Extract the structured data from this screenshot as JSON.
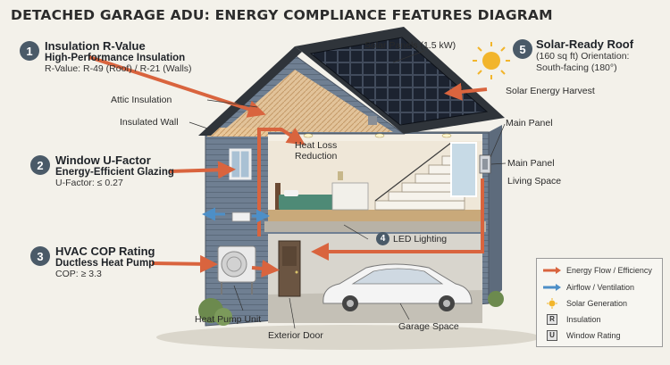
{
  "title": "DETACHED GARAGE ADU: ENERGY COMPLIANCE FEATURES DIAGRAM",
  "features": [
    {
      "num": "1",
      "title": "Insulation R-Value",
      "subtitle": "High-Performance Insulation",
      "detail": "R-Value: R-49 (Roof) / R-21 (Walls)"
    },
    {
      "num": "2",
      "title": "Window U-Factor",
      "subtitle": "Energy-Efficient Glazing",
      "detail": "U-Factor: ≤ 0.27"
    },
    {
      "num": "3",
      "title": "HVAC COP Rating",
      "subtitle": "Ductless Heat Pump",
      "detail": "COP: ≥ 3.3"
    },
    {
      "num": "5",
      "title": "Solar-Ready Roof",
      "detail_line1": "(160 sq ft) Orientation:",
      "detail_line2": "South-facing (180°)"
    }
  ],
  "labels": {
    "solar_panels": "Solar Panels (1.5 kW)",
    "solar_harvest": "Solar Energy Harvest",
    "main_panel_1": "Main Panel",
    "main_panel_2": "Main Panel",
    "living_space": "Living Space",
    "attic_insulation": "Attic Insulation",
    "insulated_wall": "Insulated Wall",
    "heat_loss_1": "Heat Loss",
    "heat_loss_2": "Reduction",
    "led_num": "4",
    "led_lighting": "LED Lighting",
    "heat_pump_unit": "Heat Pump Unit",
    "exterior_door": "Exterior Door",
    "garage_space": "Garage Space"
  },
  "legend": [
    {
      "icon": "orange-arrow-icon",
      "label": "Energy Flow / Efficiency"
    },
    {
      "icon": "blue-arrow-icon",
      "label": "Airflow / Ventilation"
    },
    {
      "icon": "sun-icon",
      "label": "Solar Generation"
    },
    {
      "icon": "R",
      "label": "Insulation"
    },
    {
      "icon": "U",
      "label": "Window Rating"
    }
  ],
  "colors": {
    "energy_arrow": "#d9643e",
    "airflow_arrow": "#4d8fc7",
    "siding": "#6f7f92",
    "roof": "#2f343a",
    "solar_panel": "#1c2330",
    "sun": "#f2b52b",
    "badge": "#4a5a68"
  }
}
